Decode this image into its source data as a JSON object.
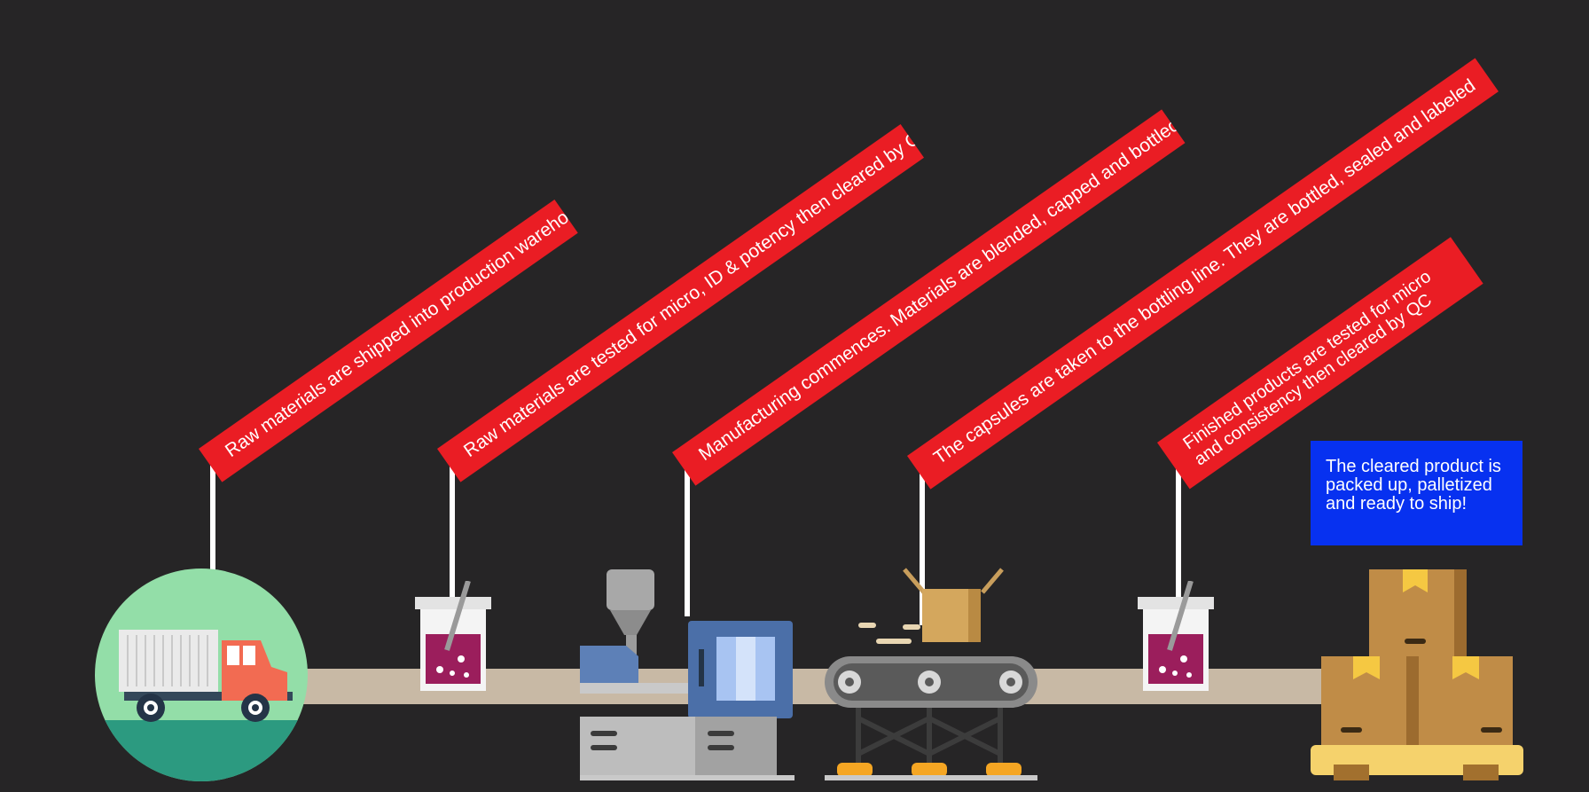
{
  "steps": [
    {
      "text": "Raw materials are shipped into production warehouse"
    },
    {
      "text": "Raw materials are tested for micro, ID & potency then cleared by QC"
    },
    {
      "text": "Manufacturing commences. Materials are blended, capped and bottled"
    },
    {
      "text": "The capsules are taken to the bottling line. They are bottled, sealed and labeled"
    },
    {
      "text": "Finished products are tested for micro and consistency then cleared by QC"
    }
  ],
  "final_step": {
    "text": "The cleared product is packed up, palletized and ready to ship!"
  },
  "colors": {
    "background": "#262526",
    "banner": "#ea1d24",
    "final_box": "#0731f0",
    "belt": "#c8b9a5"
  },
  "icons": [
    "truck-icon",
    "lab-beaker-icon",
    "capsule-machine-icon",
    "conveyor-icon",
    "lab-beaker-icon",
    "pallet-boxes-icon"
  ]
}
